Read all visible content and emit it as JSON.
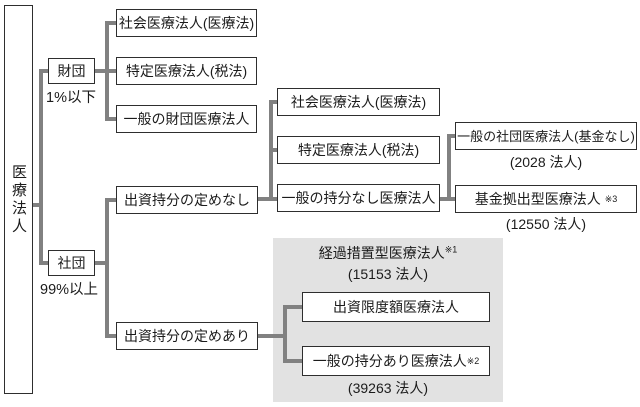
{
  "diagram": {
    "root_label": "医療法人",
    "foundation": {
      "label": "財団",
      "share": "1%以下",
      "children": [
        {
          "label": "社会医療法人(医療法)"
        },
        {
          "label": "特定医療法人(税法)"
        },
        {
          "label": "一般の財団医療法人"
        }
      ]
    },
    "association": {
      "label": "社団",
      "share": "99%以上"
    },
    "no_equity": {
      "label": "出資持分の定めなし",
      "children": [
        {
          "label": "社会医療法人(医療法)"
        },
        {
          "label": "特定医療法人(税法)"
        },
        {
          "label": "一般の持分なし医療法人"
        }
      ]
    },
    "no_equity_types": [
      {
        "label": "一般の社団医療法人(基金なし)",
        "note": "",
        "count": "(2028 法人)"
      },
      {
        "label": "基金拠出型医療法人",
        "note": "※3",
        "count": "(12550 法人)"
      }
    ],
    "with_equity": {
      "label": "出資持分の定めあり"
    },
    "transitional": {
      "title": "経過措置型医療法人",
      "title_note": "※1",
      "count": "(15153 法人)",
      "children": [
        {
          "label": "出資限度額医療法人",
          "note": "",
          "count": ""
        },
        {
          "label": "一般の持分あり医療法人",
          "note": "※2",
          "count": "(39263 法人)"
        }
      ]
    },
    "colors": {
      "line": "#818181",
      "panel_bg": "#e2e2e2",
      "box_border": "#2e2e2e"
    }
  }
}
